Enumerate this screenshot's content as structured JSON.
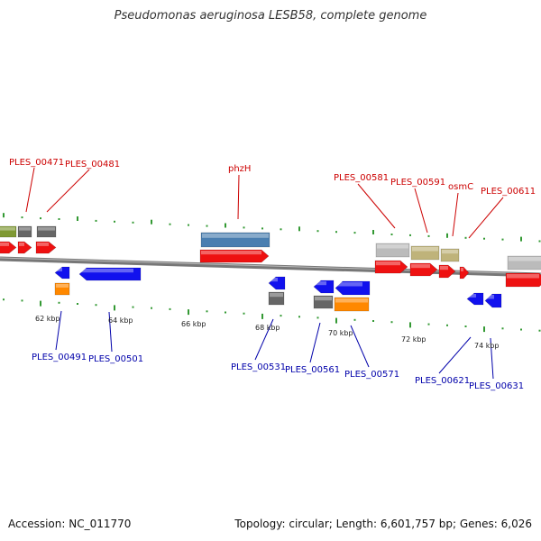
{
  "title": "Pseudomonas aeruginosa LESB58, complete genome",
  "tick_labels": [
    "62 kbp",
    "64 kbp",
    "66 kbp",
    "68 kbp",
    "70 kbp",
    "72 kbp",
    "74 kbp"
  ],
  "labels": {
    "forward": [
      "PLES_00471",
      "PLES_00481",
      "phzH",
      "PLES_00581",
      "PLES_00591",
      "osmC",
      "PLES_00611"
    ],
    "reverse": [
      "PLES_00491",
      "PLES_00501",
      "PLES_00531",
      "PLES_00561",
      "PLES_00571",
      "PLES_00621",
      "PLES_00631"
    ]
  },
  "colors": {
    "forward_gene": "#ee1111",
    "reverse_gene": "#1111ee",
    "forward_label": "#cc0000",
    "reverse_label": "#0000aa",
    "tick": "#339933",
    "backbone": "#777777"
  },
  "footer": {
    "accession": "Accession: NC_011770",
    "topology": "Topology: circular; Length: 6,601,757 bp; Genes: 6,026"
  }
}
